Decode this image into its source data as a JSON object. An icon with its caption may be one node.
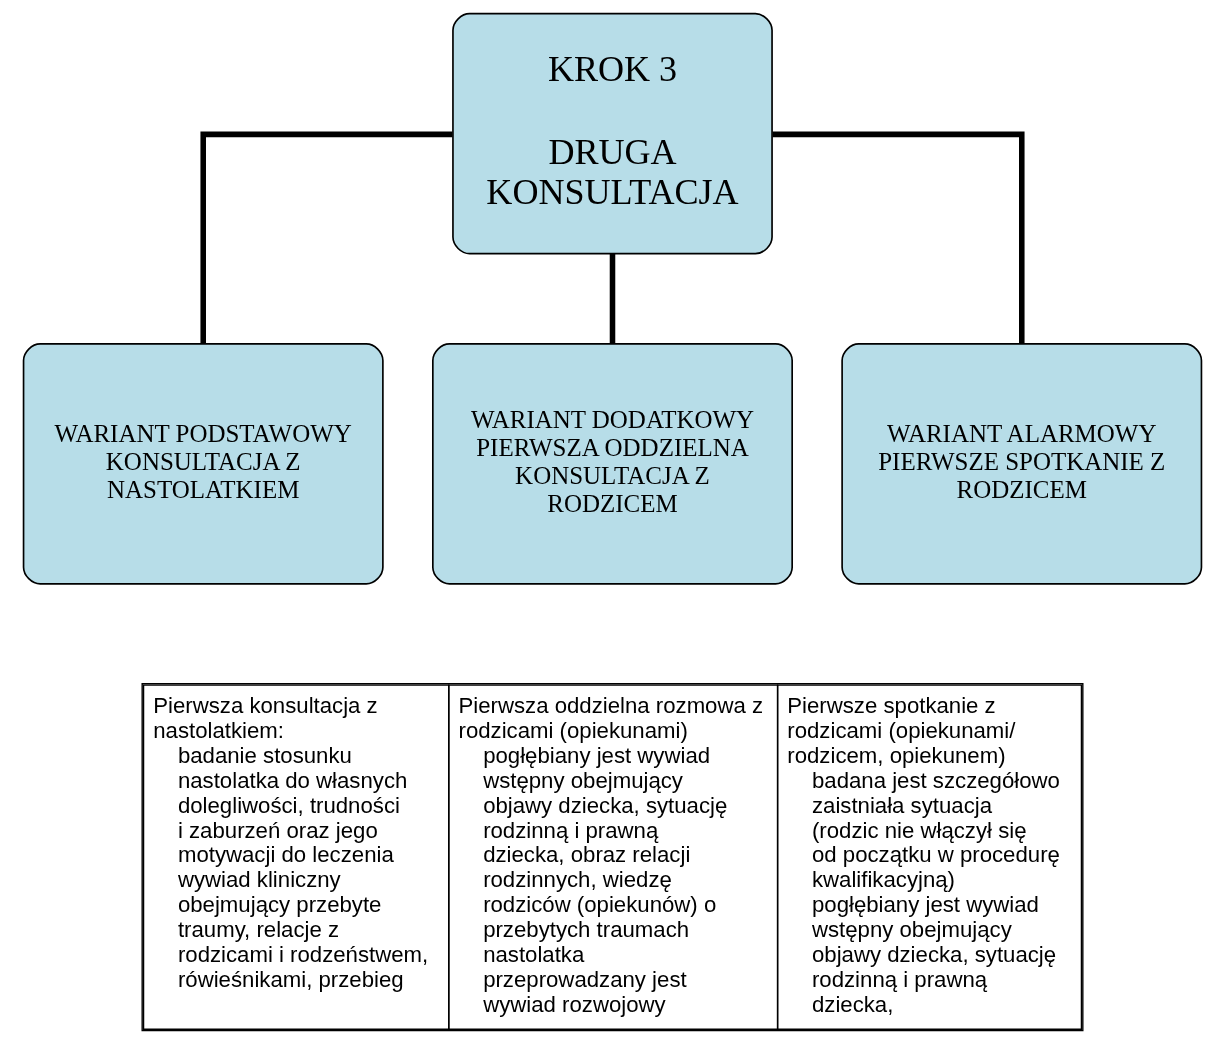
{
  "diagram": {
    "nodes": [
      {
        "text": [
          "KROK 3",
          "DRUGA KONSULTACJA"
        ]
      },
      {
        "text": [
          "WARIANT PODSTAWOWY KONSULTACJA Z NASTOLATKIEM"
        ]
      },
      {
        "text": [
          "WARIANT DODATKOWY PIERWSZA ODDZIELNA KONSULTACJA Z RODZICEM"
        ]
      },
      {
        "text": [
          "WARIANT ALARMOWY PIERWSZE SPOTKANIE Z RODZICEM"
        ]
      }
    ],
    "edges": [
      {
        "from": 0,
        "to": 1,
        "arrow": "none"
      },
      {
        "from": 0,
        "to": 2,
        "arrow": "none"
      },
      {
        "from": 0,
        "to": 3,
        "arrow": "none"
      }
    ],
    "labels": [
      "Pierwsza konsultacja z nastolatkiem:",
      "badanie stosunku nastolatka do własnych dolegliwości, trudności i zaburzeń oraz jego motywacji do leczenia",
      "wywiad kliniczny obejmujący przebyte traumy, relacje z rodzicami i rodzeństwem, rówieśnikami, przebieg",
      "Pierwsza oddzielna rozmowa z rodzicami (opiekunami)",
      "pogłębiany jest wywiad wstępny obejmujący objawy dziecka, sytuację rodzinną i prawną dziecka, obraz relacji rodzinnych, wiedzę rodziców (opiekunów) o przebytych traumach nastolatka",
      "przeprowadzany jest wywiad rozwojowy",
      "Pierwsze spotkanie z rodzicami (opiekunami/ rodzicem, opiekunem)",
      "badana jest szczegółowo zaistniała sytuacja (rodzic nie włączył się od początku w procedurę kwalifikacyjną)",
      "pogłębiany jest wywiad wstępny obejmujący objawy dziecka, sytuację rodzinną i prawną dziecka,"
    ]
  }
}
